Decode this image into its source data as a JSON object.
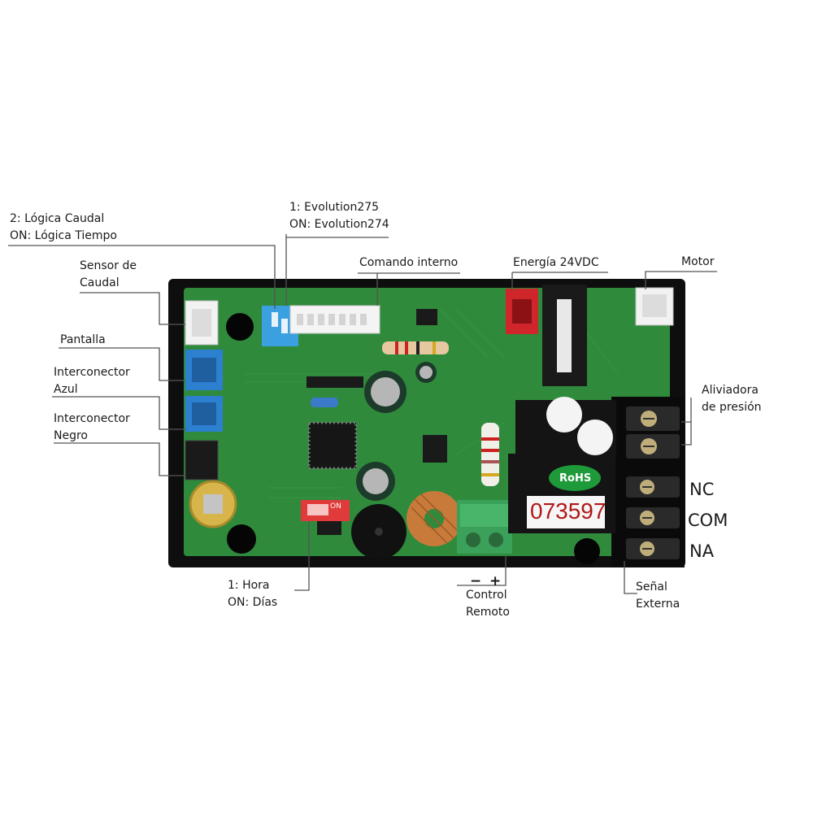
{
  "labels": {
    "logica": [
      "2: Lógica Caudal",
      "ON: Lógica Tiempo"
    ],
    "evolution": [
      "1: Evolution275",
      "ON: Evolution274"
    ],
    "sensor_caudal": [
      "Sensor de",
      "Caudal"
    ],
    "comando_interno": "Comando interno",
    "energia": "Energía 24VDC",
    "motor": "Motor",
    "pantalla": "Pantalla",
    "interconector_azul": [
      "Interconector",
      "Azul"
    ],
    "interconector_negro": [
      "Interconector",
      "Negro"
    ],
    "aliviadora": [
      "Aliviadora",
      "de presión"
    ],
    "nc": "NC",
    "com": "COM",
    "na": "NA",
    "hora_dias": [
      "1: Hora",
      "ON: Días"
    ],
    "polarity_minus": "−",
    "polarity_plus": "+",
    "control_remoto": [
      "Control",
      "Remoto"
    ],
    "senal_externa": [
      "Señal",
      "Externa"
    ]
  },
  "board_text": {
    "relay_number": "073597",
    "rohs_sticker": "RoHS",
    "dip_on_mark": "ON"
  },
  "colors": {
    "pcb_green": "#2f8a3c",
    "enclosure_black": "#111111",
    "connector_blue": "#2d7fd0",
    "power_connector_red": "#d0252a",
    "dip_red": "#e03a3a",
    "dip_blue": "#3aa0e0",
    "terminal_green": "#3aa05a",
    "coil_copper": "#c87a3a",
    "rohs_green": "#1f9a3a"
  }
}
